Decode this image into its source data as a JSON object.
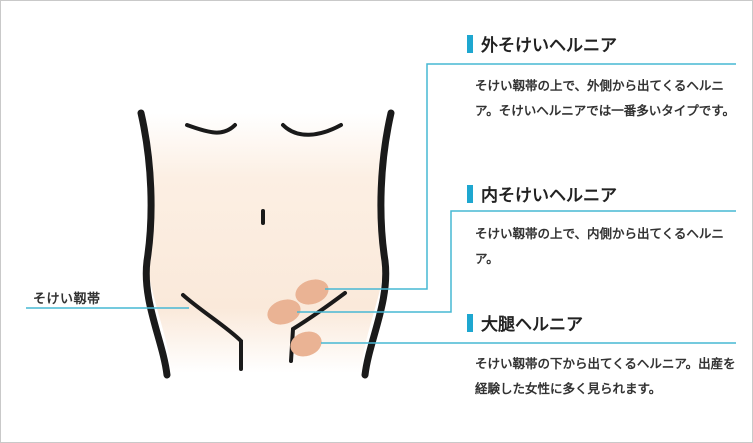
{
  "colors": {
    "accent": "#1ea7d0",
    "leader_line": "#47b8d4",
    "skin": "#fbeadb",
    "hernia_marker": "#eab394",
    "outline": "#1a1a1a",
    "text": "#333333"
  },
  "body_label": "そけい靱帯",
  "sections": [
    {
      "title": "外そけいヘルニア",
      "description": "そけい靱帯の上で、外側から出てくるヘルニア。そけいヘルニアでは一番多いタイプです。"
    },
    {
      "title": "内そけいヘルニア",
      "description": "そけい靱帯の上で、内側から出てくるヘルニア。"
    },
    {
      "title": "大腿ヘルニア",
      "description": "そけい靱帯の下から出てくるヘルニア。出産を経験した女性に多く見られます。"
    }
  ]
}
